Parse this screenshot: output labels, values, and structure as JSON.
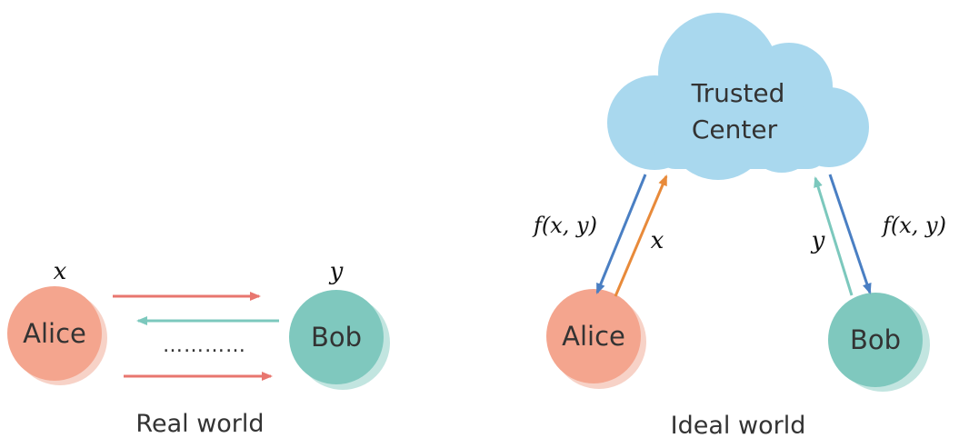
{
  "real_world": {
    "caption": "Real world",
    "alice": {
      "label": "Alice",
      "input": "x"
    },
    "bob": {
      "label": "Bob",
      "input": "y"
    },
    "ellipsis": "…………"
  },
  "ideal_world": {
    "caption": "Ideal world",
    "trusted_center": {
      "line1": "Trusted",
      "line2": "Center"
    },
    "alice": {
      "label": "Alice"
    },
    "bob": {
      "label": "Bob"
    },
    "alice_output": "f(x, y)",
    "alice_input": "x",
    "bob_input": "y",
    "bob_output": "f(x, y)"
  },
  "colors": {
    "alice_fill": "#F4A58E",
    "alice_shadow": "#F7D2C7",
    "bob_fill": "#7FC8BE",
    "bob_shadow": "#C2E5E0",
    "cloud_fill": "#A9D8EE",
    "cloud_stroke": "#9CCDE6",
    "red_arrow": "#E8766F",
    "teal_arrow": "#7CC8BD",
    "blue_arrow": "#4A7FC3",
    "orange_arrow": "#E88A3A"
  }
}
